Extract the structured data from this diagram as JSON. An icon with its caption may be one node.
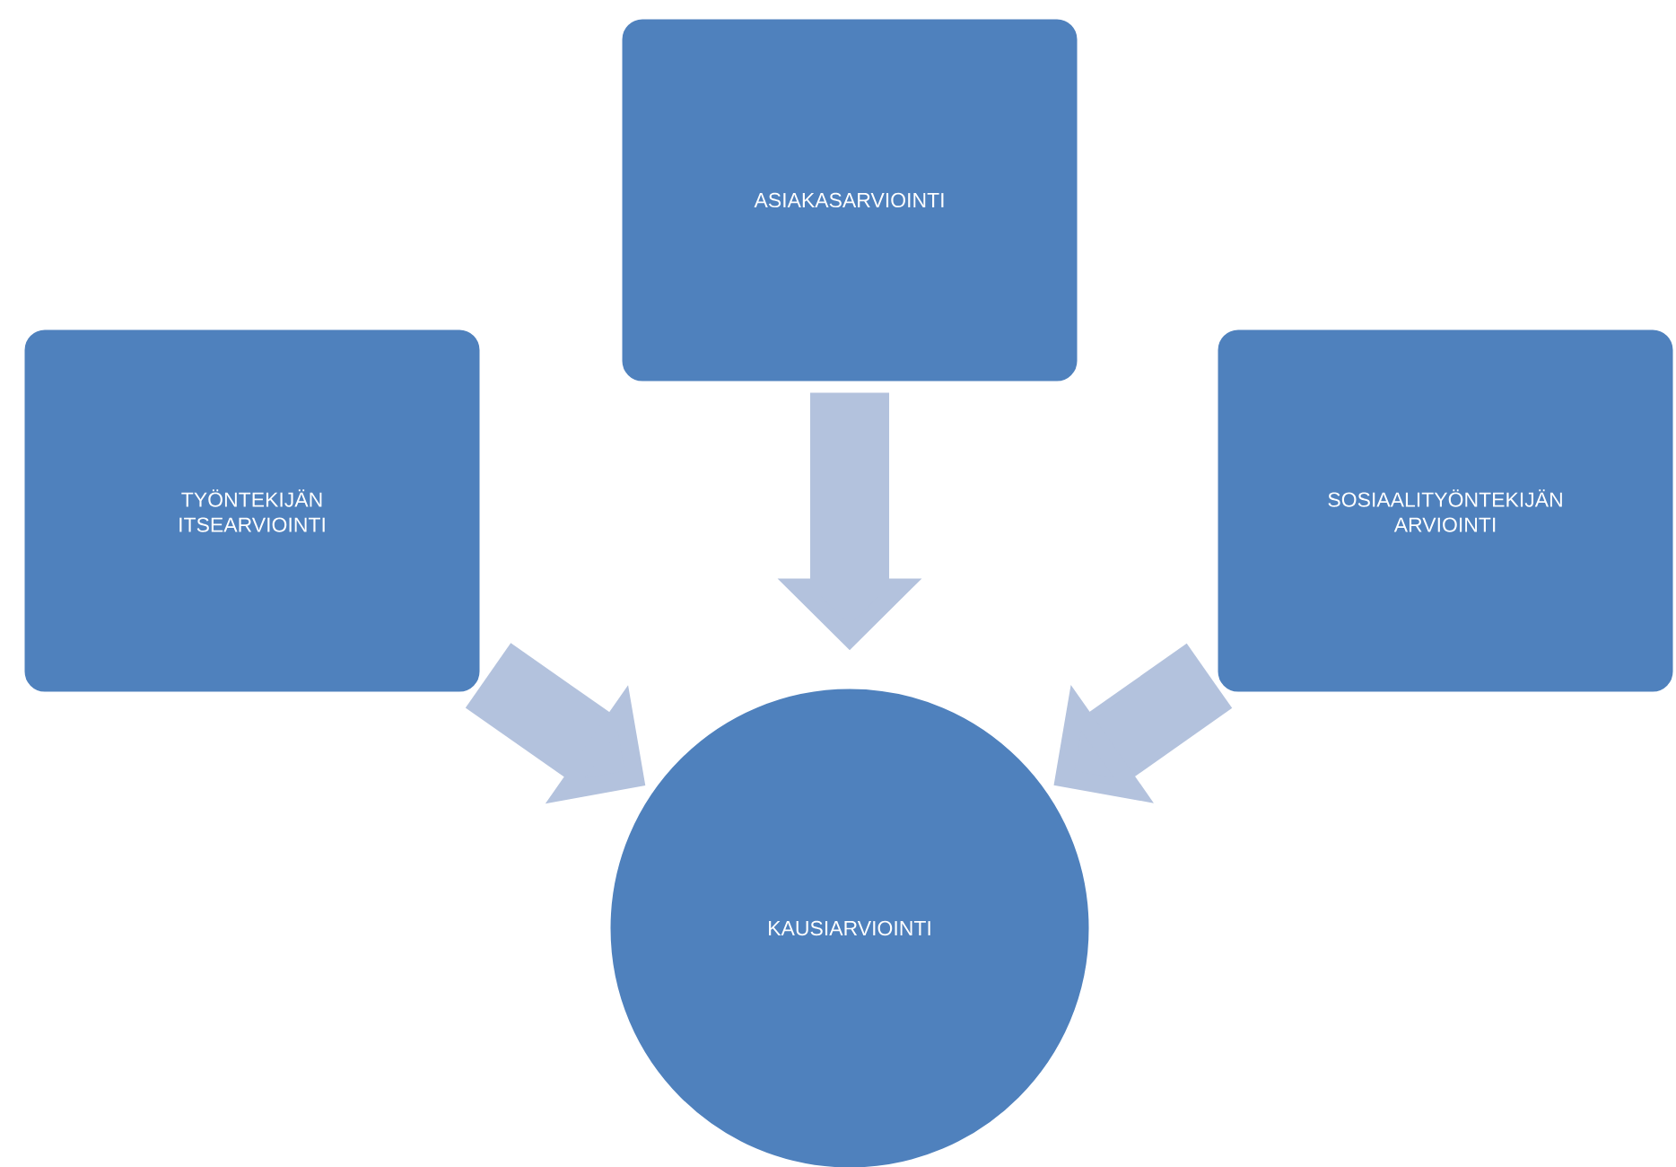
{
  "diagram": {
    "nodes": [
      {
        "text": [
          "TYÖNTEKIJÄN ITSEARVIOINTI"
        ]
      },
      {
        "text": [
          "ASIAKASARVIOINTI"
        ]
      },
      {
        "text": [
          "SOSIAALITYÖNTEKIJÄN ARVIOINTI"
        ]
      },
      {
        "text": [
          "KAUSIARVIOINTI"
        ]
      }
    ],
    "edges": [
      {
        "from": 0,
        "to": 3,
        "arrow": "to"
      },
      {
        "from": 1,
        "to": 3,
        "arrow": "to"
      },
      {
        "from": 2,
        "to": 3,
        "arrow": "to"
      }
    ]
  }
}
